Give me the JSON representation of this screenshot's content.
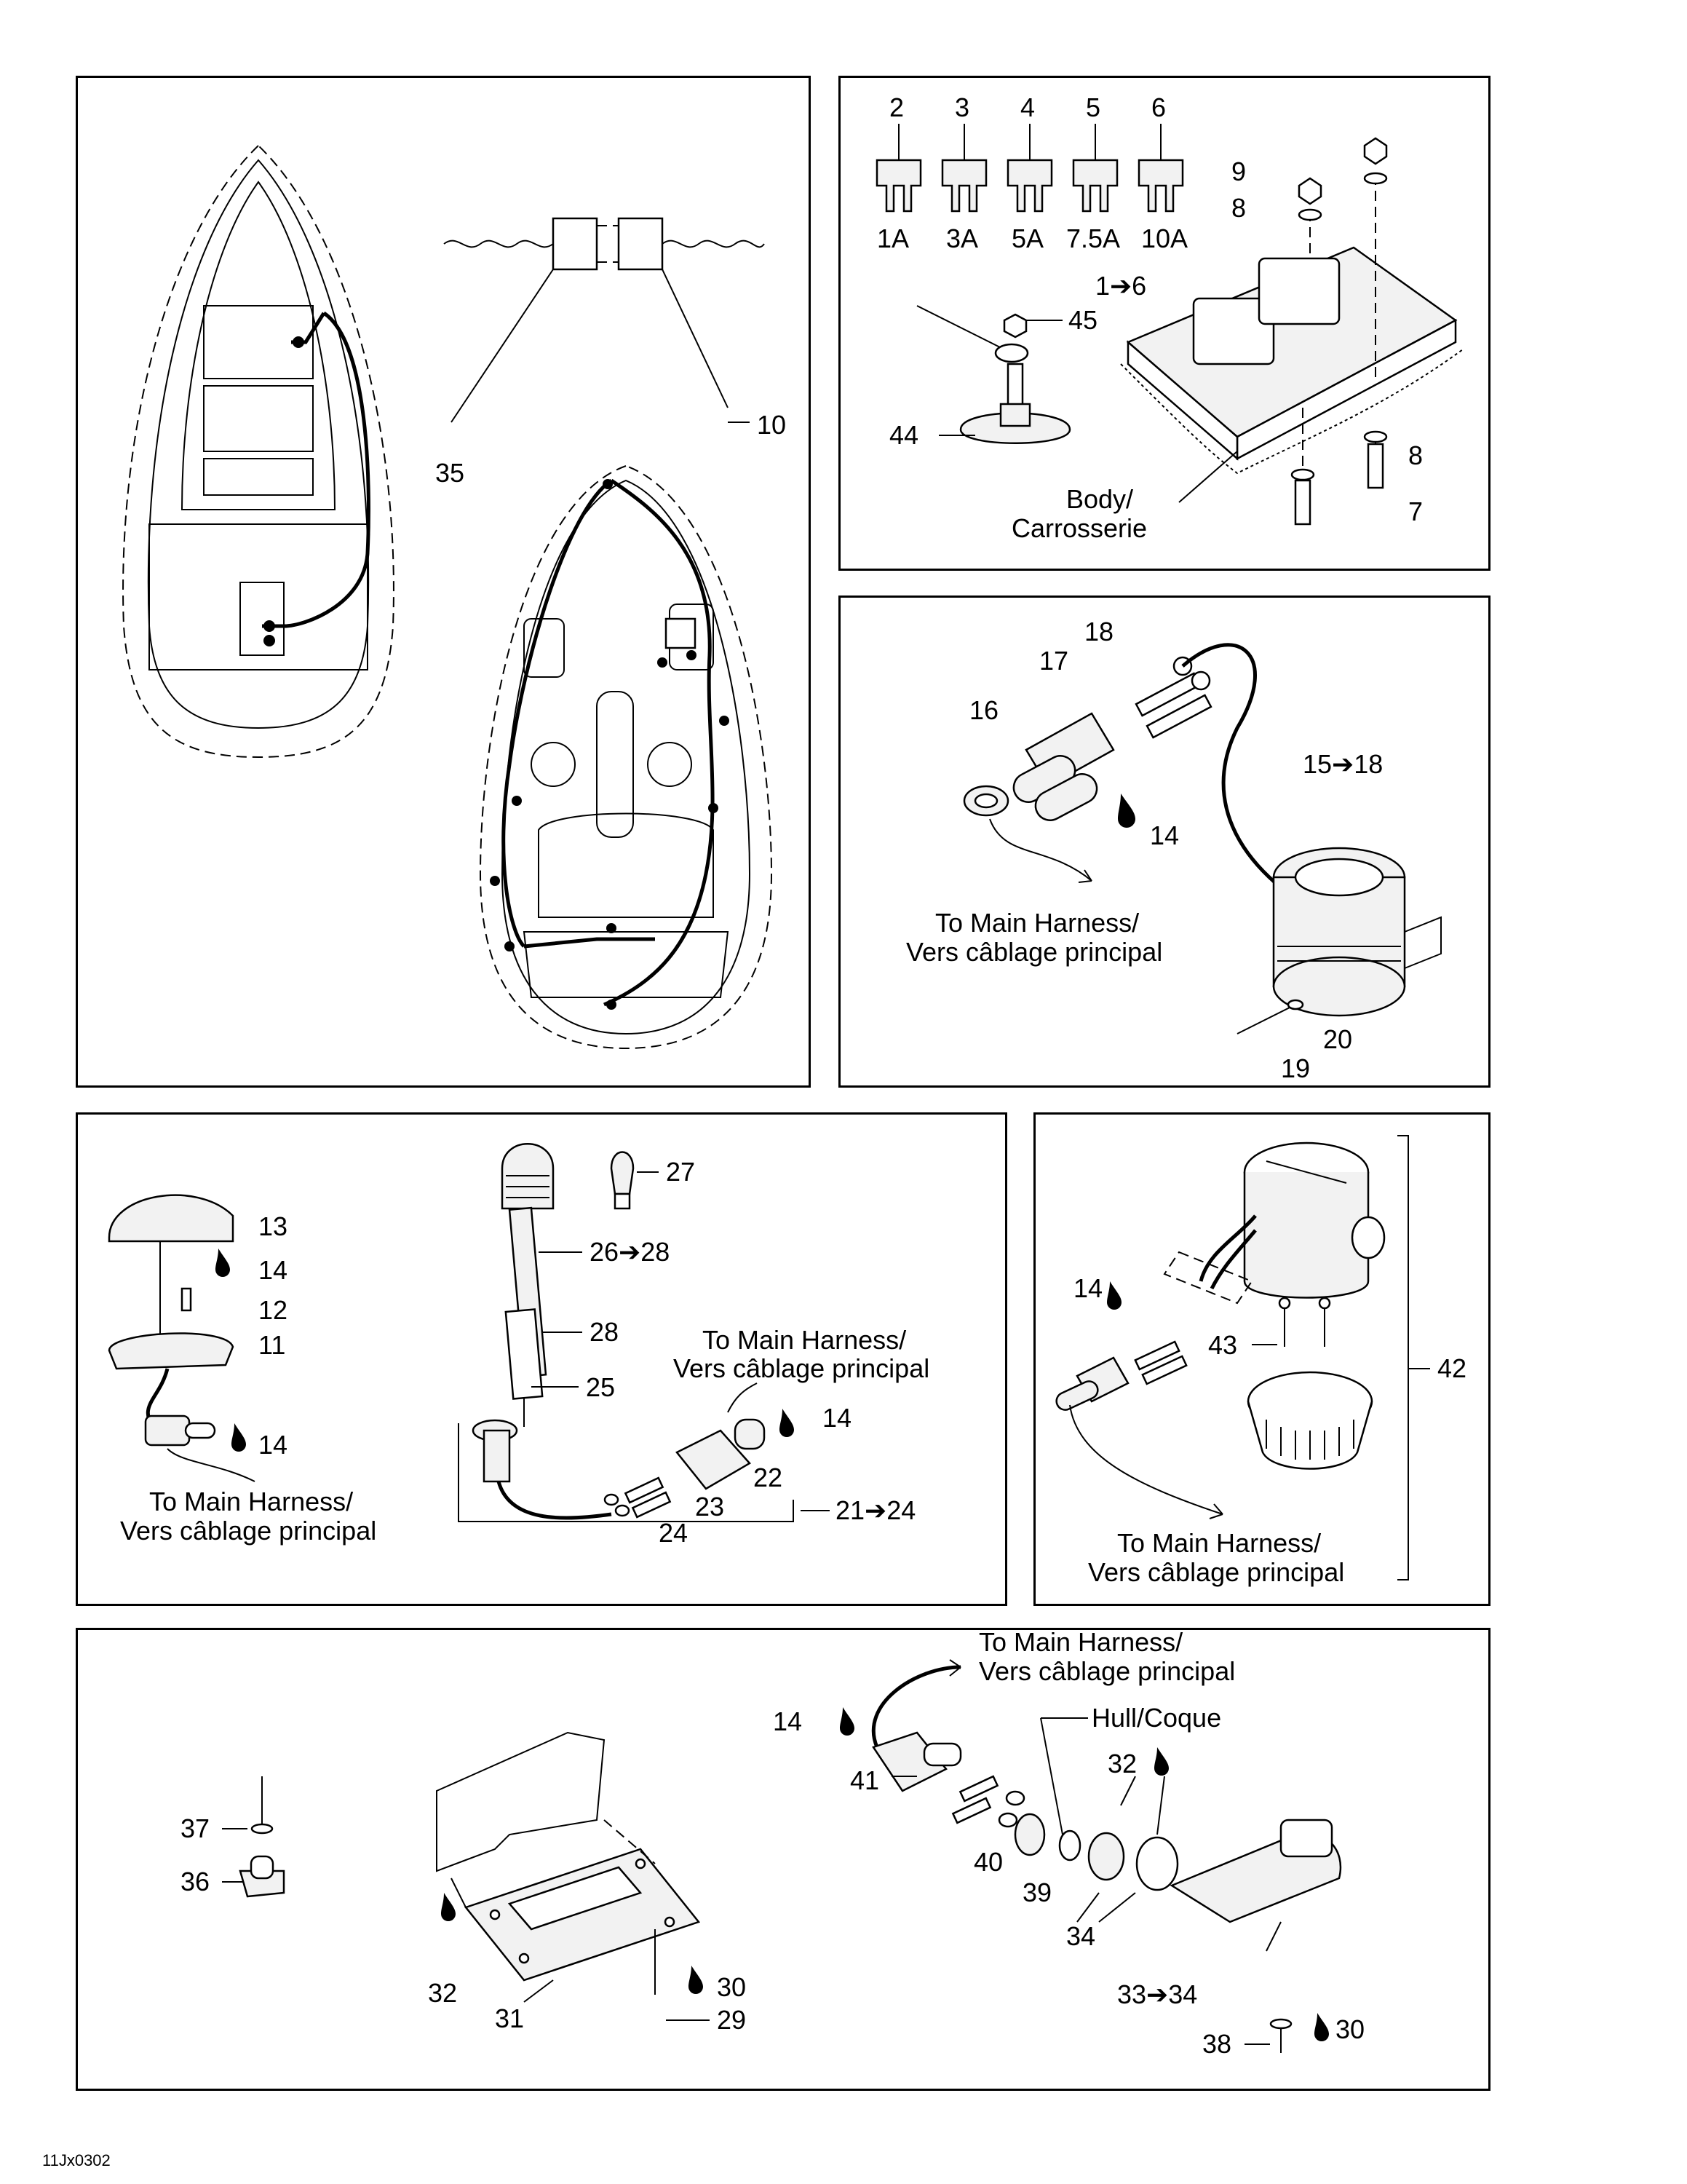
{
  "drawing_code": "11Jx0302",
  "panels": {
    "harness_overview": {
      "callouts": [
        "35",
        "10"
      ]
    },
    "fuse_box": {
      "fuses": [
        {
          "num": "2",
          "rating": "1A"
        },
        {
          "num": "3",
          "rating": "3A"
        },
        {
          "num": "4",
          "rating": "5A"
        },
        {
          "num": "5",
          "rating": "7.5A"
        },
        {
          "num": "6",
          "rating": "10A"
        }
      ],
      "callouts": [
        "9",
        "8",
        "1➔6",
        "45",
        "44",
        "8",
        "7"
      ],
      "body_label_1": "Body/",
      "body_label_2": "Carrosserie"
    },
    "sensor": {
      "callouts": [
        "18",
        "17",
        "16",
        "15➔18",
        "14",
        "20",
        "19"
      ],
      "main_harness_1": "To Main Harness/",
      "main_harness_2": "Vers câblage principal"
    },
    "lights": {
      "callouts": [
        "13",
        "14",
        "12",
        "11",
        "14",
        "27",
        "26➔28",
        "28",
        "25",
        "14",
        "22",
        "23",
        "24",
        "21➔24"
      ],
      "main_harness_a1": "To Main Harness/",
      "main_harness_a2": "Vers câblage principal",
      "main_harness_b1": "To Main Harness/",
      "main_harness_b2": "Vers câblage principal"
    },
    "pump": {
      "callouts": [
        "14",
        "43",
        "42"
      ],
      "main_harness_1": "To Main Harness/",
      "main_harness_2": "Vers câblage principal"
    },
    "speed_sensor": {
      "callouts": [
        "37",
        "36",
        "32",
        "31",
        "30",
        "29",
        "14",
        "41",
        "40",
        "39",
        "32",
        "34",
        "33➔34",
        "38",
        "30"
      ],
      "main_harness_1": "To Main Harness/",
      "main_harness_2": "Vers câblage principal",
      "hull_label": "Hull/Coque"
    }
  }
}
